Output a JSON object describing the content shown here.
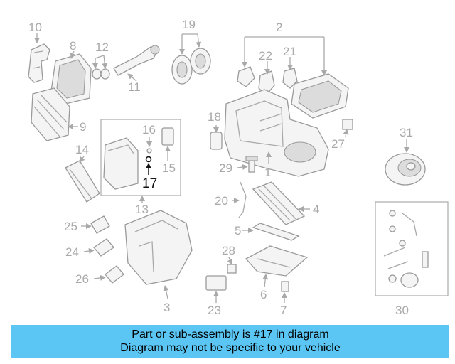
{
  "diagram": {
    "callouts": [
      "1",
      "2",
      "3",
      "4",
      "5",
      "6",
      "7",
      "8",
      "9",
      "10",
      "11",
      "12",
      "13",
      "14",
      "15",
      "16",
      "17",
      "18",
      "19",
      "20",
      "21",
      "22",
      "23",
      "24",
      "25",
      "26",
      "27",
      "28",
      "29",
      "30",
      "31"
    ],
    "highlighted": "17",
    "highlight_color": "#111111",
    "callout_color": "#a9a9a9"
  },
  "banner": {
    "line1": "Part or sub-assembly is #17 in diagram",
    "line2": "Diagram may not be specific to your vehicle",
    "background": "#5bc6f4"
  }
}
